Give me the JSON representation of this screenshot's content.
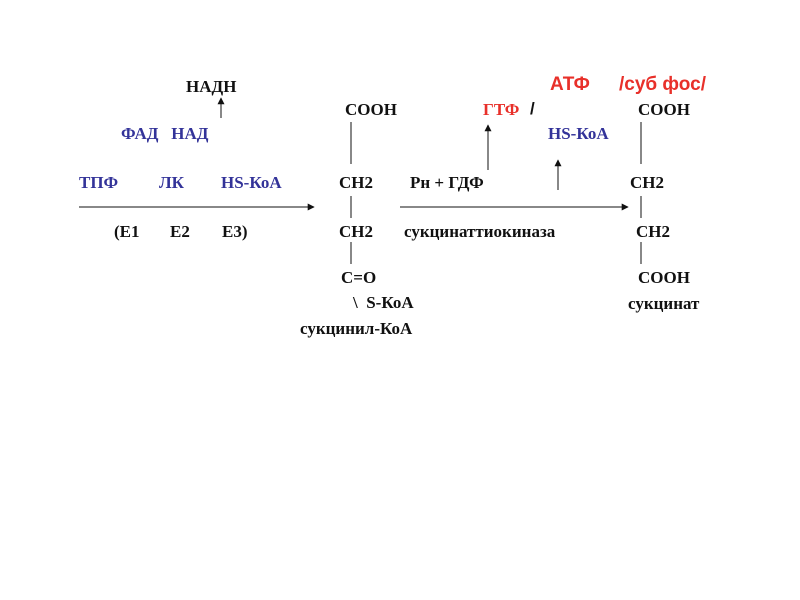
{
  "colors": {
    "text": "#111111",
    "cofactor": "#333399",
    "accent": "#e8302a"
  },
  "left": {
    "nadh": "НАДН",
    "fad_nad": "ФАД   НАД",
    "cofactors": {
      "tpf": "ТПФ",
      "lk": "ЛК",
      "hskoa": "HS-КоА"
    },
    "enzymes": {
      "e1": "(Е1",
      "e2": "Е2",
      "e3": "Е3)"
    }
  },
  "middle": {
    "cooh": "СООН",
    "ch2_a": "СН2",
    "ch2_b": "СН2",
    "co": "С=О",
    "skoa": "\\  S-КоА",
    "name": "сукцинил-КоА",
    "pn_gdf": "Рн + ГДФ",
    "enzyme": "сукцинаттиокиназа",
    "gtf": "ГТФ",
    "slash": "/",
    "hskoa": "HS-КоА"
  },
  "right": {
    "atf": "АТФ",
    "sub_fos": "/суб фос/",
    "cooh_top": "СООН",
    "ch2_a": "СН2",
    "ch2_b": "СН2",
    "cooh_bottom": "СООН",
    "name": "сукцинат"
  }
}
